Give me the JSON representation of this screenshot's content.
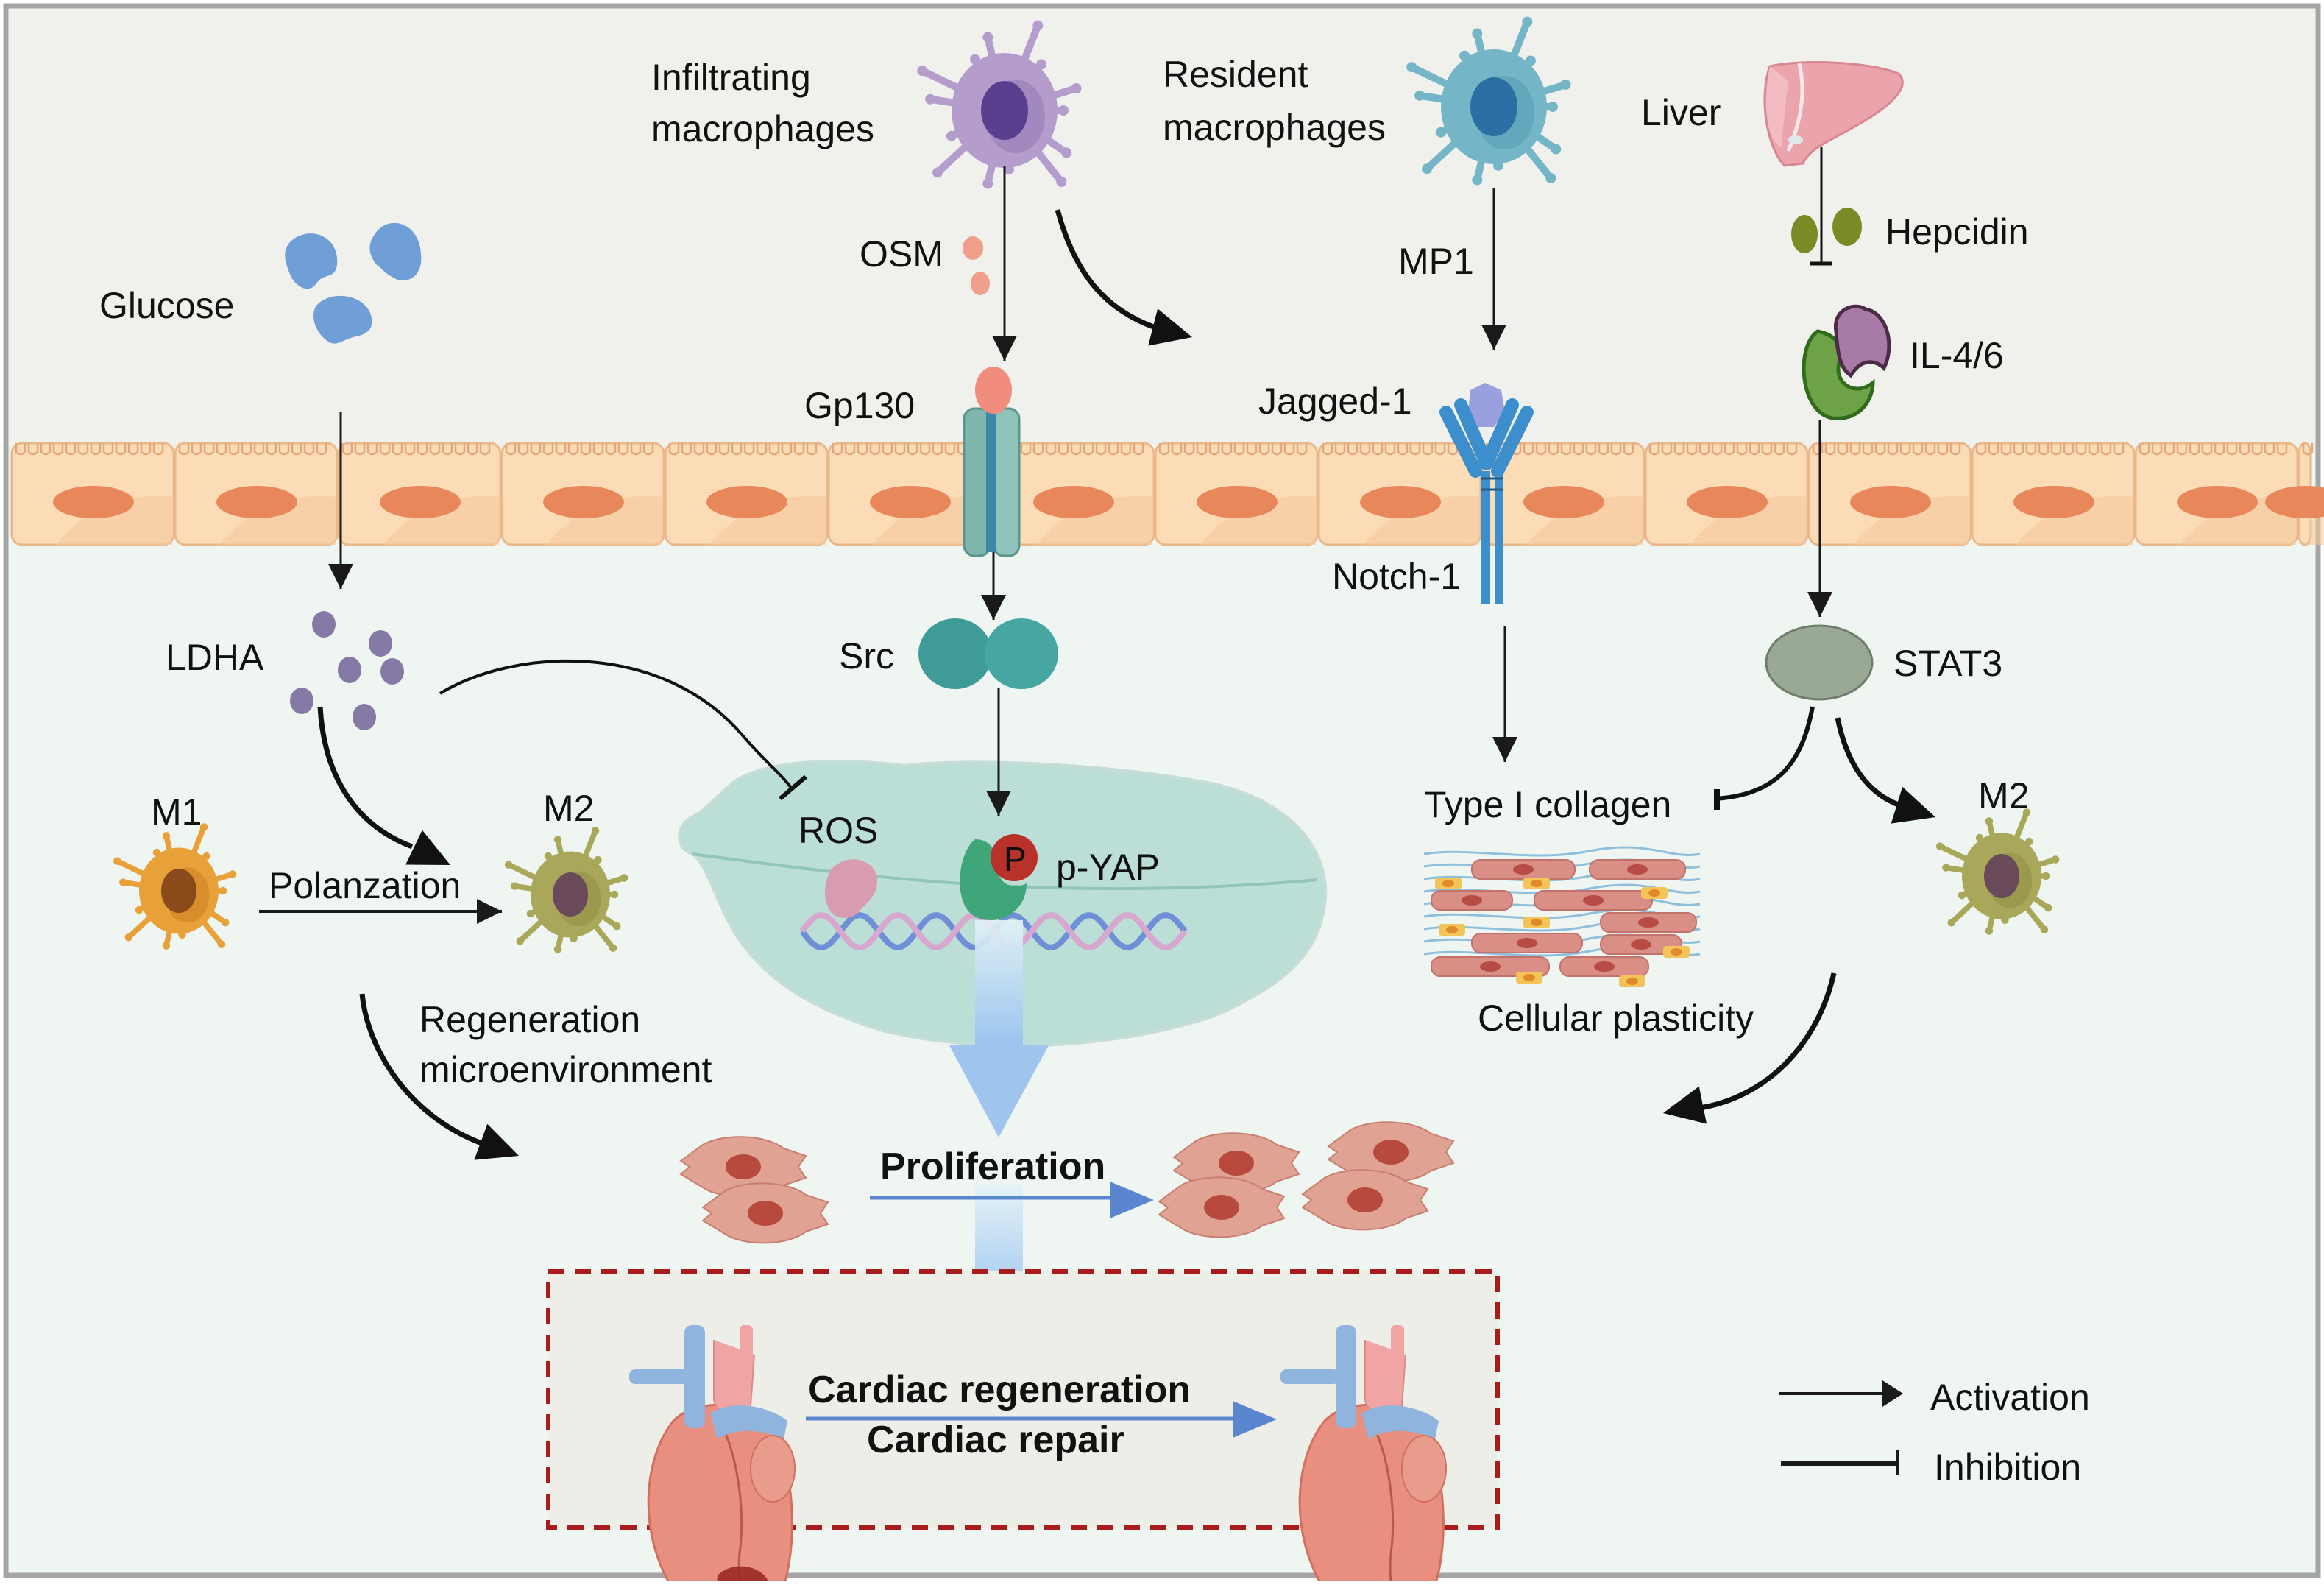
{
  "diagram": {
    "nodes": {
      "infiltrating_macrophages": [
        "Infiltrating",
        "macrophages"
      ],
      "resident_macrophages": [
        "Resident",
        "macrophages"
      ],
      "liver": "Liver",
      "hepcidin": "Hepcidin",
      "il46": "IL-4/6",
      "glucose": "Glucose",
      "osm": "OSM",
      "mp1": "MP1",
      "gp130": "Gp130",
      "jagged1": "Jagged-1",
      "notch1": "Notch-1",
      "ldha": "LDHA",
      "src": "Src",
      "stat3": "STAT3",
      "m1": "M1",
      "m2_left": "M2",
      "m2_right": "M2",
      "polarization": "Polanzation",
      "ros": "ROS",
      "p_label": "P",
      "pyap": "p-YAP",
      "type1_collagen": "Type I collagen",
      "regeneration_microenvironment": [
        "Regeneration",
        "microenvironment"
      ],
      "cellular_plasticity": "Cellular plasticity",
      "proliferation": "Proliferation",
      "cardiac_regeneration": "Cardiac regeneration",
      "cardiac_repair": "Cardiac repair"
    },
    "edges": [
      {
        "from": "Infiltrating macrophages",
        "to": "Gp130",
        "type": "activation",
        "via": "OSM"
      },
      {
        "from": "Infiltrating macrophages",
        "to": "Jagged-1",
        "type": "activation"
      },
      {
        "from": "Resident macrophages",
        "to": "Jagged-1",
        "type": "activation",
        "via": "MP1"
      },
      {
        "from": "Liver",
        "to": "IL-4/6",
        "type": "inhibition",
        "via": "Hepcidin"
      },
      {
        "from": "IL-4/6",
        "to": "STAT3",
        "type": "activation"
      },
      {
        "from": "Glucose",
        "to": "LDHA",
        "type": "activation"
      },
      {
        "from": "Gp130",
        "to": "Src",
        "type": "activation"
      },
      {
        "from": "Src",
        "to": "p-YAP",
        "type": "activation"
      },
      {
        "from": "LDHA",
        "to": "ROS",
        "type": "inhibition"
      },
      {
        "from": "LDHA",
        "to": "M2",
        "type": "activation"
      },
      {
        "from": "M1",
        "to": "M2",
        "type": "activation",
        "label": "Polanzation"
      },
      {
        "from": "Notch-1",
        "to": "Type I collagen",
        "type": "activation"
      },
      {
        "from": "STAT3",
        "to": "Type I collagen",
        "type": "inhibition"
      },
      {
        "from": "STAT3",
        "to": "M2",
        "type": "activation"
      },
      {
        "from": "M2",
        "to": "Proliferation",
        "type": "activation",
        "label": "Regeneration microenvironment"
      },
      {
        "from": "M2",
        "to": "Proliferation",
        "type": "activation",
        "label": "Cellular plasticity"
      },
      {
        "from": "p-YAP",
        "to": "Proliferation",
        "type": "activation"
      },
      {
        "from": "Proliferation",
        "to": "Cardiac regeneration / Cardiac repair",
        "type": "activation"
      }
    ]
  },
  "legend": {
    "activation": "Activation",
    "inhibition": "Inhibition"
  },
  "colors": {
    "background_top": "#f0f1ec",
    "background_bottom": "#eff5f0",
    "membrane": "#fbdcb6",
    "nucleus_cell": "#e8875a",
    "infiltrating_macrophage": "#b49ccd",
    "resident_macrophage": "#74b6c8",
    "liver": "#eba3ac",
    "hepcidin": "#7b8a25",
    "il4": "#a87ba6",
    "il6": "#6ea246",
    "glucose": "#6f9fd6",
    "osm": "#ef9f8a",
    "ldha": "#8579a6",
    "src": "#3f9b98",
    "stat3": "#9aa896",
    "m1": "#e8a038",
    "m2": "#a9a85a",
    "nucleus": "#9fd3c8",
    "pyap": "#3fa67a",
    "phospho": "#b8322a",
    "ros": "#d99bb0",
    "cardiomyocyte": "#e0988a",
    "flow_arrow": "#9fc5ef",
    "dashed_box": "#a81c1c",
    "blue_arrow": "#5a86cf"
  }
}
